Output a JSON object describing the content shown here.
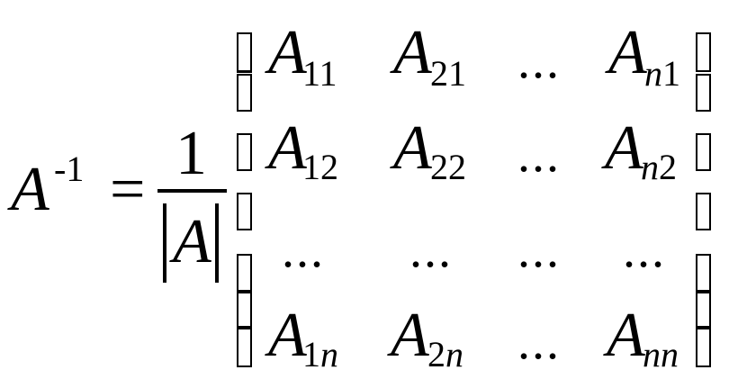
{
  "formula": {
    "lhs": {
      "base": "A",
      "exponent": "-1"
    },
    "equals": "=",
    "fraction": {
      "numerator": "1",
      "denominator": "A"
    },
    "matrix": {
      "rows": [
        [
          {
            "base": "A",
            "sub1": "1",
            "sub2": "1"
          },
          {
            "base": "A",
            "sub1": "2",
            "sub2": "1"
          },
          {
            "dots": "..."
          },
          {
            "base": "A",
            "sub1": "n",
            "sub2": "1"
          }
        ],
        [
          {
            "base": "A",
            "sub1": "1",
            "sub2": "2"
          },
          {
            "base": "A",
            "sub1": "2",
            "sub2": "2"
          },
          {
            "dots": "..."
          },
          {
            "base": "A",
            "sub1": "n",
            "sub2": "2"
          }
        ],
        [
          {
            "dots": "..."
          },
          {
            "dots": "..."
          },
          {
            "dots": "..."
          },
          {
            "dots": "..."
          }
        ],
        [
          {
            "base": "A",
            "sub1": "1",
            "sub2": "n"
          },
          {
            "base": "A",
            "sub1": "2",
            "sub2": "n"
          },
          {
            "dots": "..."
          },
          {
            "base": "A",
            "sub1": "n",
            "sub2": "n"
          }
        ]
      ]
    }
  }
}
